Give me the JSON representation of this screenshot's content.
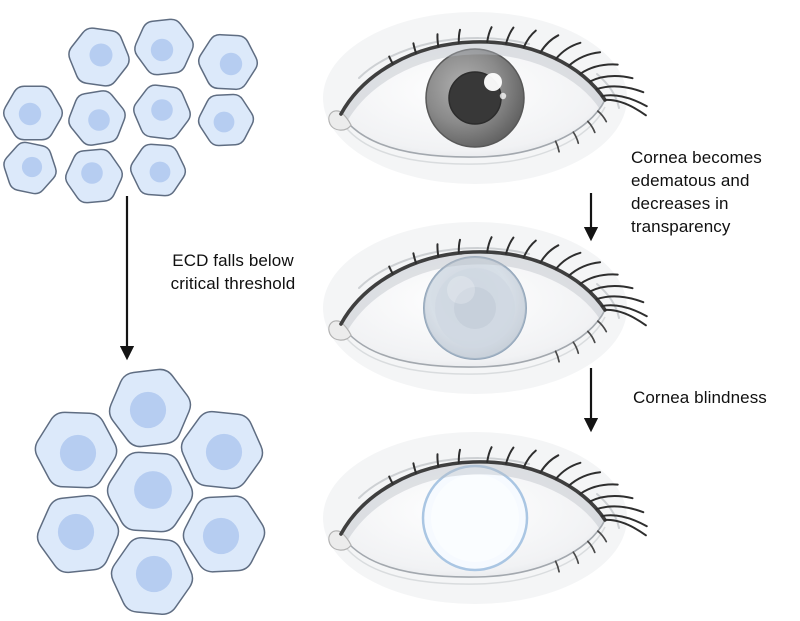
{
  "labels": {
    "ecd_threshold": "ECD falls below\ncritical threshold",
    "edematous": "Cornea becomes\nedematous and\ndecreases in\ntransparency",
    "blindness": "Cornea blindness"
  },
  "colors": {
    "background": "#ffffff",
    "text": "#101010",
    "arrow": "#141414",
    "cell_fill": "#dce9fa",
    "cell_stroke": "#5f6d82",
    "cell_nucleus": "#b6cdf1",
    "eyelid_line": "#3f3f3f",
    "lash": "#2e2e2e",
    "sclera_shade": "#d8dbdf",
    "iris_gray": "#8a8a8a",
    "pupil": "#383838",
    "cornea_edematous": "#cfd8e2",
    "cornea_edematous_rim": "#93a6ba",
    "cornea_blind": "#f6faff",
    "cornea_blind_rim": "#aac6e3"
  }
}
